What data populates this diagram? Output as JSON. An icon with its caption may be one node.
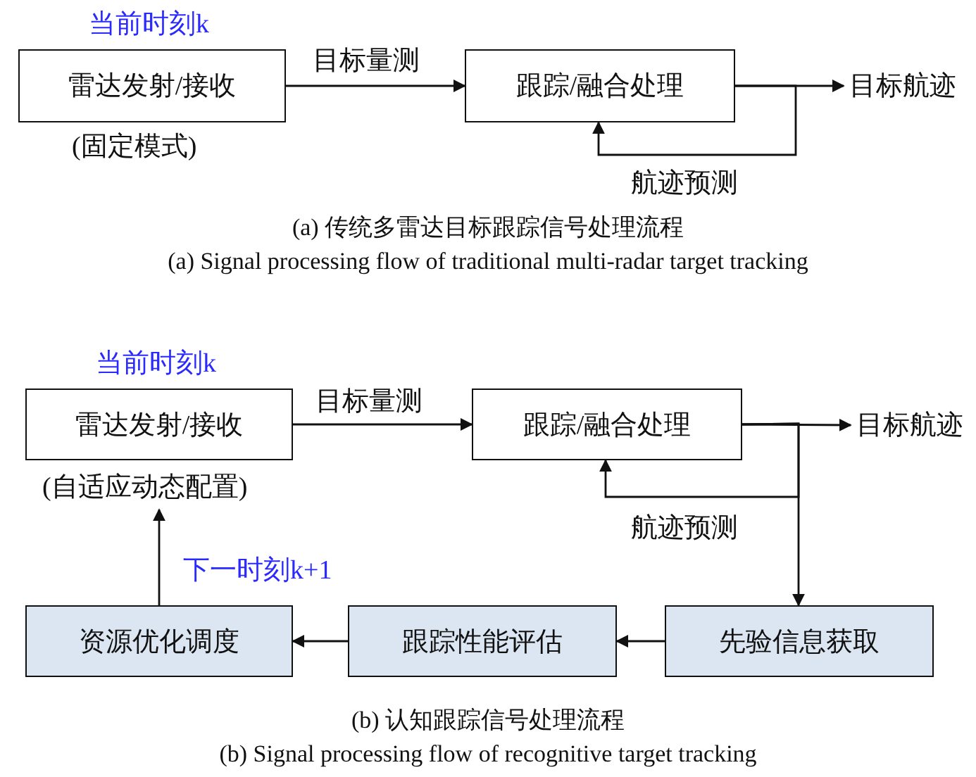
{
  "diagram": {
    "nodes": [
      {
        "text": [
          "雷达发射/接收"
        ],
        "beside": [
          "当前时刻k",
          "(固定模式)"
        ]
      },
      {
        "text": [
          "跟踪/融合处理"
        ]
      },
      {
        "text": [
          "目标航迹"
        ]
      },
      {
        "text": [
          "雷达发射/接收"
        ],
        "beside": [
          "当前时刻k",
          "(自适应动态配置)"
        ]
      },
      {
        "text": [
          "跟踪/融合处理"
        ]
      },
      {
        "text": [
          "目标航迹"
        ]
      },
      {
        "text": [
          "先验信息获取"
        ]
      },
      {
        "text": [
          "跟踪性能评估"
        ]
      },
      {
        "text": [
          "资源优化调度"
        ]
      }
    ],
    "edges": [
      {
        "from": 0,
        "to": 1,
        "arrow": "to",
        "label": "目标量测"
      },
      {
        "from": 1,
        "to": 2,
        "arrow": "to"
      },
      {
        "from": 1,
        "to": 1,
        "arrow": "to",
        "label": "航迹预测"
      },
      {
        "from": 3,
        "to": 4,
        "arrow": "to",
        "label": "目标量测"
      },
      {
        "from": 4,
        "to": 5,
        "arrow": "to"
      },
      {
        "from": 4,
        "to": 4,
        "arrow": "to",
        "label": "航迹预测"
      },
      {
        "from": 4,
        "to": 6,
        "arrow": "to"
      },
      {
        "from": 6,
        "to": 7,
        "arrow": "to"
      },
      {
        "from": 7,
        "to": 8,
        "arrow": "to"
      },
      {
        "from": 8,
        "to": 3,
        "arrow": "to",
        "label": "下一时刻k+1"
      }
    ],
    "labels": [
      "(a) 传统多雷达目标跟踪信号处理流程",
      "(a) Signal processing flow of traditional multi-radar target tracking",
      "(b) 认知跟踪信号处理流程",
      "(b) Signal processing flow of recognitive target tracking"
    ]
  }
}
